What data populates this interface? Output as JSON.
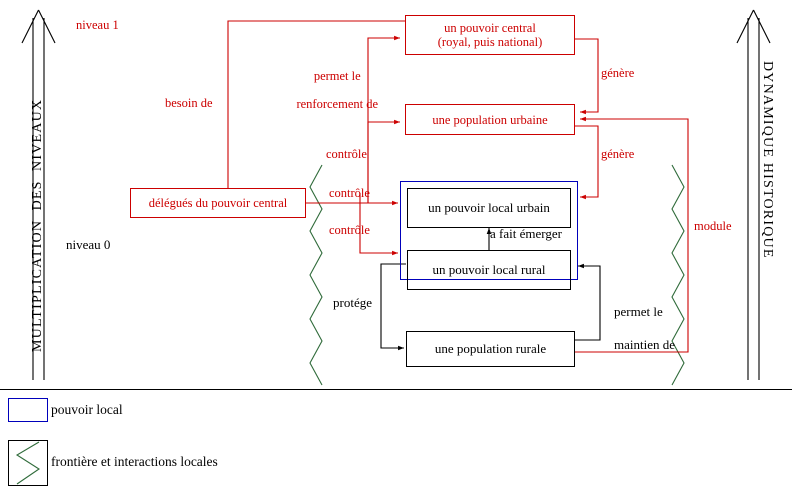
{
  "diagram": {
    "title_left_axis": "MULTIPLICATION  DES  NIVEAUX",
    "title_right_axis": "DYNAMIQUE HISTORIQUE",
    "level_top": "niveau 1",
    "level_bottom": "niveau 0",
    "colors": {
      "red": "#cc0000",
      "black": "#000000",
      "blue": "#0000bb",
      "green": "#2f6b3a",
      "background": "#ffffff"
    }
  },
  "nodes": {
    "central_power": {
      "line1": "un pouvoir central",
      "line2": "(royal, puis national)"
    },
    "urban_population": "une  population  urbaine",
    "delegates": "délégués du pouvoir central",
    "local_urban_power": "un pouvoir local urbain",
    "local_rural_power": "un pouvoir local rural",
    "rural_population": "une  population  rurale"
  },
  "edge_labels": {
    "besoin_de": "besoin de",
    "permet_le_renforcement_de_line1": "permet le",
    "permet_le_renforcement_de_line2": "renforcement de",
    "genere_top": "génère",
    "genere_bottom": "génère",
    "controle_1": "contrôle",
    "controle_2": "contrôle",
    "controle_3": "contrôle",
    "a_fait_emerger": "a fait émerger",
    "protege": "protége",
    "permet_le_maintien_de_line1": "permet le",
    "permet_le_maintien_de_line2": "maintien de",
    "module": "module"
  },
  "legend": {
    "items": [
      {
        "key": "pouvoir-local",
        "label": "pouvoir local",
        "symbol": "blue-rectangle"
      },
      {
        "key": "frontiere",
        "label": "frontière et interactions locales",
        "symbol": "green-zigzag"
      }
    ]
  }
}
